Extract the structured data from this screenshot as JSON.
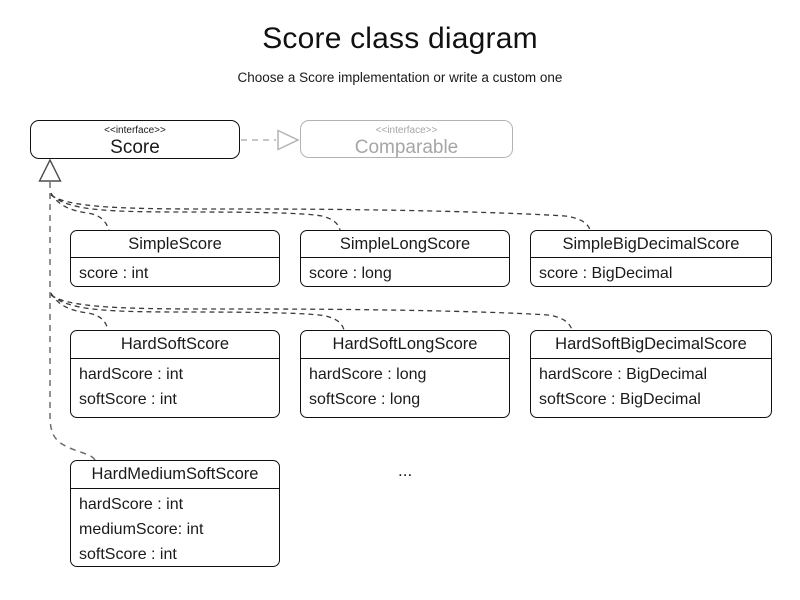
{
  "title": "Score class diagram",
  "subtitle": "Choose a Score implementation or write a custom one",
  "interfaces": {
    "score": {
      "stereotype": "<<interface>>",
      "name": "Score"
    },
    "comparable": {
      "stereotype": "<<interface>>",
      "name": "Comparable"
    }
  },
  "classes": [
    {
      "name": "SimpleScore",
      "attributes": [
        "score : int"
      ]
    },
    {
      "name": "SimpleLongScore",
      "attributes": [
        "score : long"
      ]
    },
    {
      "name": "SimpleBigDecimalScore",
      "attributes": [
        "score : BigDecimal"
      ]
    },
    {
      "name": "HardSoftScore",
      "attributes": [
        "hardScore : int",
        "softScore : int"
      ]
    },
    {
      "name": "HardSoftLongScore",
      "attributes": [
        "hardScore : long",
        "softScore : long"
      ]
    },
    {
      "name": "HardSoftBigDecimalScore",
      "attributes": [
        "hardScore : BigDecimal",
        "softScore : BigDecimal"
      ]
    },
    {
      "name": "HardMediumSoftScore",
      "attributes": [
        "hardScore : int",
        "mediumScore: int",
        "softScore : int"
      ]
    }
  ],
  "ellipsis": "...",
  "colors": {
    "box_border": "#111111",
    "muted": "#b3b3b3",
    "muted_text": "#a6a6a6",
    "connector": "#3a3a3a",
    "trunk": "#6e6e6e"
  }
}
